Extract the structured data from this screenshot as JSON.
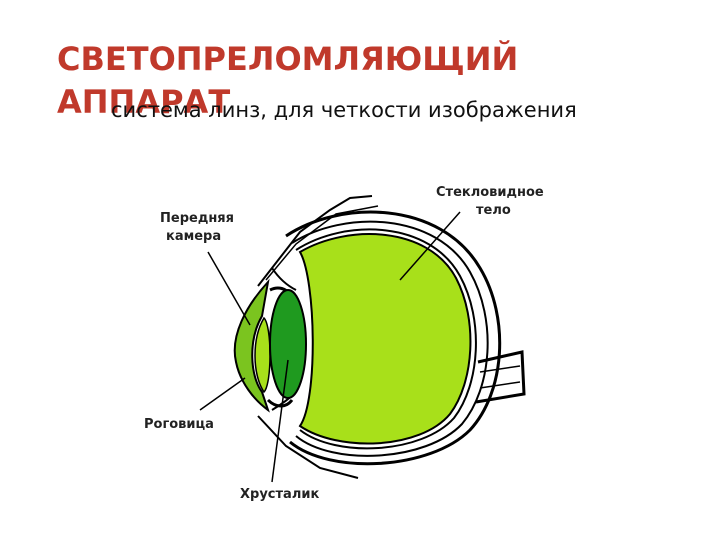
{
  "slide": {
    "title": "СВЕТОПРЕЛОМЛЯЮЩИЙ АППАРАТ",
    "subtitle": "система линз, для четкости изображения"
  },
  "diagram": {
    "labels": {
      "anterior_chamber": [
        "Передняя",
        "камера"
      ],
      "vitreous_body": [
        "Стекловидное",
        "тело"
      ],
      "cornea": "Роговица",
      "lens": "Хрусталик"
    },
    "colors": {
      "fill": "#a8e01a",
      "lens": "#1f9a1f",
      "outline": "#000000",
      "title": "#c0392b"
    }
  }
}
